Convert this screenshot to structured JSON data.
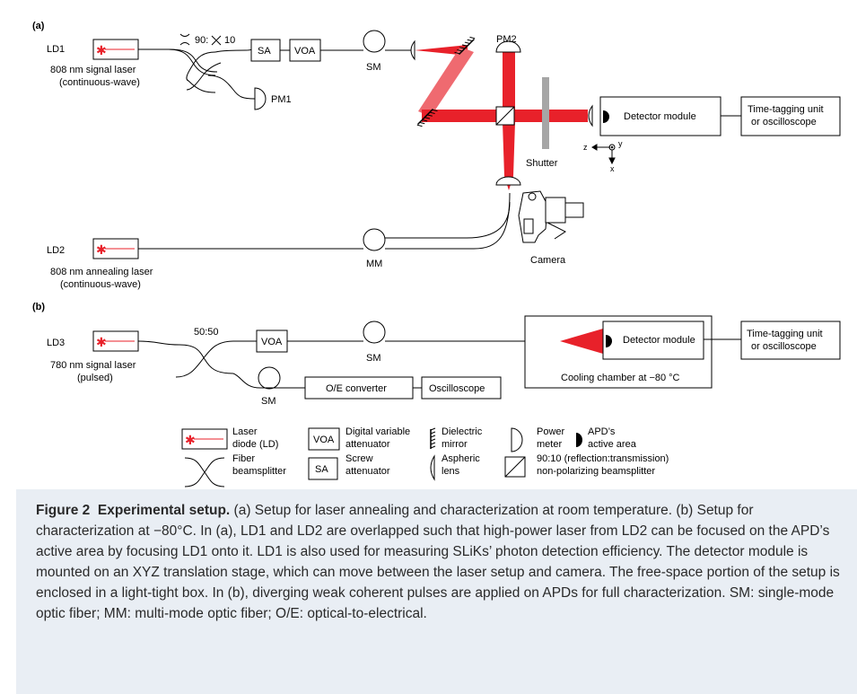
{
  "panel_labels": {
    "a": "(a)",
    "b": "(b)"
  },
  "panel_a": {
    "ld1": {
      "name": "LD1",
      "line1": "808 nm signal laser",
      "line2": "(continuous-wave)"
    },
    "splitter_ratio": "90:",
    "splitter_ratio2": "10",
    "sa": "SA",
    "voa": "VOA",
    "sm": "SM",
    "pm1": "PM1",
    "pm2": "PM2",
    "shutter": "Shutter",
    "detector": "Detector module",
    "tagging_line1": "Time-tagging unit",
    "tagging_line2": "or oscilloscope",
    "axis_z": "z",
    "axis_y": "y",
    "axis_x": "x",
    "camera": "Camera",
    "ld2": {
      "name": "LD2",
      "line1": "808 nm annealing laser",
      "line2": "(continuous-wave)"
    },
    "mm": "MM"
  },
  "panel_b": {
    "ld3": {
      "name": "LD3",
      "line1": "780 nm signal laser",
      "line2": "(pulsed)"
    },
    "splitter_ratio": "50:50",
    "voa": "VOA",
    "sm_top": "SM",
    "sm_bottom": "SM",
    "oe": "O/E converter",
    "osc": "Oscilloscope",
    "chamber": "Cooling chamber at −80 °C",
    "detector": "Detector module",
    "tagging_line1": "Time-tagging unit",
    "tagging_line2": "or oscilloscope"
  },
  "legend": {
    "laser_line1": "Laser",
    "laser_line2": "diode (LD)",
    "voa_box": "VOA",
    "voa_line1": "Digital variable",
    "voa_line2": "attenuator",
    "mirror_line1": "Dielectric",
    "mirror_line2": "mirror",
    "pm_line1": "Power",
    "pm_line2": "meter",
    "apd_line1": "APD’s",
    "apd_line2": "active area",
    "fiber_line1": "Fiber",
    "fiber_line2": "beamsplitter",
    "sa_box": "SA",
    "sa_line1": "Screw",
    "sa_line2": "attenuator",
    "lens_line1": "Aspheric",
    "lens_line2": "lens",
    "bs_line1": "90:10 (reflection:transmission)",
    "bs_line2": "non-polarizing beamsplitter"
  },
  "caption": {
    "label": "Figure 2",
    "title": "Experimental setup.",
    "body": "(a) Setup for laser annealing and characterization at room temperature. (b) Setup for characterization at −80°C. In (a), LD1 and LD2 are overlapped such that high-power laser from LD2 can be focused on the APD’s active area by focusing LD1 onto it. LD1 is also used for measuring SLiKs’ photon detection efficiency. The detector module is mounted on an XYZ translation stage, which can move between the laser setup and camera. The free-space portion of the setup is enclosed in a light-tight box. In (b), diverging weak coherent pulses are applied on APDs for full characterization. SM: single-mode optic fiber; MM: multi-mode optic fiber; O/E: optical-to-electrical."
  },
  "colors": {
    "beam": "#e8212a",
    "beam_light": "#ef6a70",
    "shutter": "#a6a6a6",
    "caption_bg": "#e9eef4"
  }
}
